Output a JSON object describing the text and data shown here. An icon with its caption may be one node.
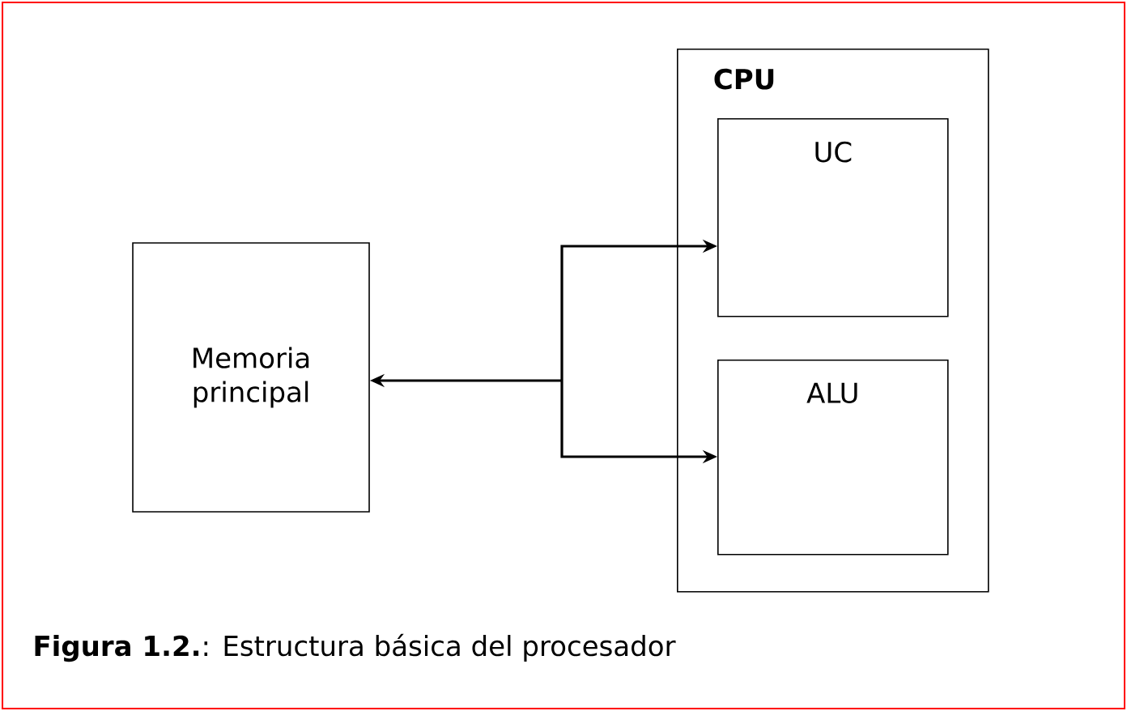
{
  "diagram": {
    "caption": "**Figura 1.2.**: Estructura básica del procesador",
    "nodes": [
      {
        "text": [
          "Memoria principal"
        ]
      },
      {
        "text": [
          "CPU"
        ]
      },
      {
        "text": [
          "UC"
        ],
        "in": 1
      },
      {
        "text": [
          "ALU"
        ],
        "in": 1
      }
    ],
    "edges": [
      {
        "from": 0,
        "to": 2,
        "arrow": "both"
      },
      {
        "from": 0,
        "to": 3,
        "arrow": "both"
      }
    ]
  }
}
